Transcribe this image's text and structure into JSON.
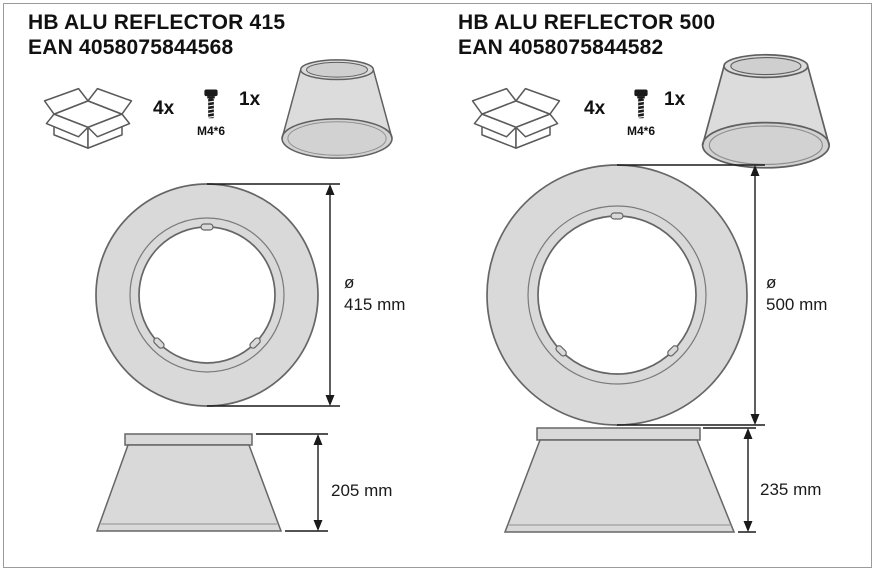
{
  "panels": [
    {
      "title": "HB ALU REFLECTOR 415",
      "ean": "EAN 4058075844568",
      "contents": {
        "screw_qty": "4x",
        "screw_size": "M4*6",
        "reflector_qty": "1x"
      },
      "dimensions": {
        "diameter_symbol": "ø",
        "diameter": "415 mm",
        "height": "205 mm"
      }
    },
    {
      "title": "HB ALU REFLECTOR 500",
      "ean": "EAN 4058075844582",
      "contents": {
        "screw_qty": "4x",
        "screw_size": "M4*6",
        "reflector_qty": "1x"
      },
      "dimensions": {
        "diameter_symbol": "ø",
        "diameter": "500 mm",
        "height": "235 mm"
      }
    }
  ],
  "colors": {
    "shape_fill": "#d9d9d9",
    "shape_line": "#666666",
    "dim_line": "#1a1a1a",
    "text": "#111111"
  }
}
